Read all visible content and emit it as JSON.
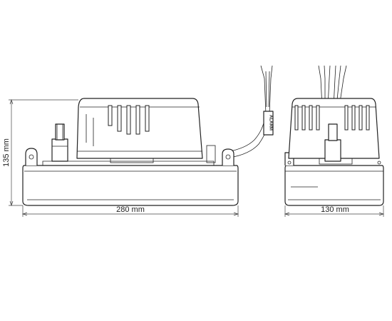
{
  "dimensions": {
    "height_label": "135 mm",
    "length_label": "280 mm",
    "width_label": "130 mm"
  },
  "labels": {
    "alarm": "ALARM"
  },
  "colors": {
    "line": "#222222",
    "background": "#ffffff"
  }
}
